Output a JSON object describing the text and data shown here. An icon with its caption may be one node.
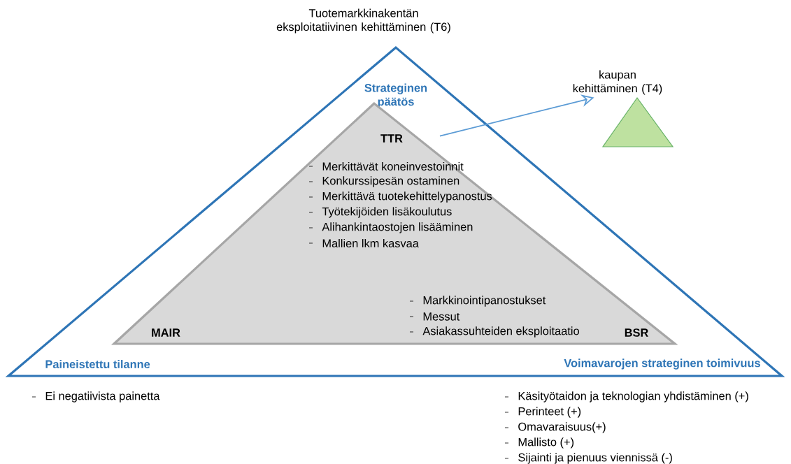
{
  "diagram": {
    "nodes": [
      {
        "text": [
          "Tuotemarkkinakentän eksploitatiivinen kehittäminen (T6)",
          "Strateginen päätös",
          "Paineistettu tilanne",
          "Voimavarojen strateginen toimivuus"
        ]
      },
      {
        "text": [
          "TTR",
          "Merkittävät koneinvestoinnit",
          "Konkurssipesän ostaminen",
          "Merkittävä tuotekehittelypanostus",
          "Työtekijöiden lisäkoulutus",
          "Alihankintaostojen lisääminen",
          "Mallien lkm kasvaa",
          "Markkinointipanostukset",
          "Messut",
          "MAIR",
          "Asiakassuhteiden eksploitaatio",
          "BSR"
        ],
        "in": 0
      },
      {
        "text": [
          "kaupan kehittäminen (T4)"
        ]
      }
    ],
    "edges": [
      {
        "from": 1,
        "to": 2,
        "arrow": "to"
      }
    ],
    "labels": [
      "Ei negatiivista painetta",
      "Käsityötaidon ja teknologian yhdistäminen (+)",
      "Perinteet (+)",
      "Omavaraisuus(+)",
      "Mallisto (+)",
      "Sijainti ja pienuus viennissä (-)"
    ]
  }
}
